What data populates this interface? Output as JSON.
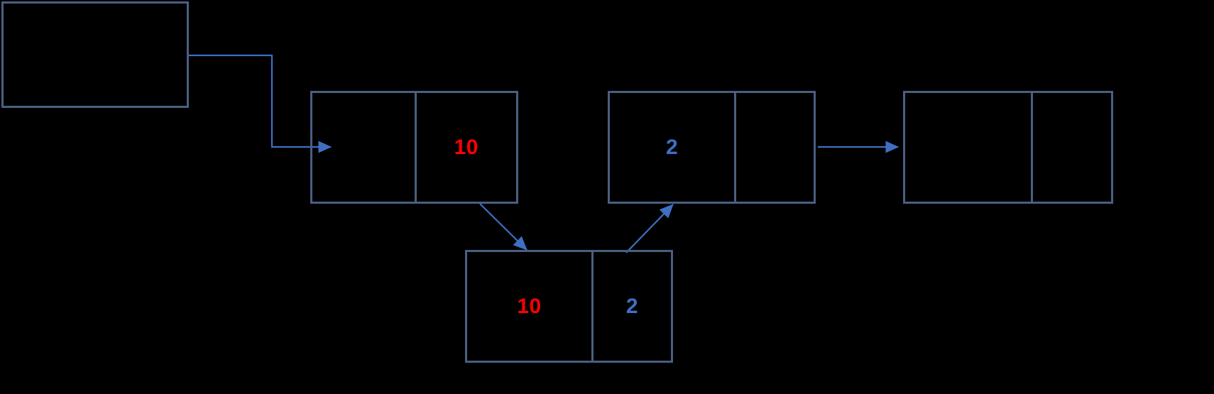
{
  "diagram": {
    "title": "",
    "background_color": "#000000",
    "box_border_color": "#4a5f82",
    "arrow_color": "#3f6fc4",
    "key_color": "#ff0000",
    "value_color": "#3f6fc4",
    "source_box": {
      "label": ""
    },
    "nodes": [
      {
        "id": "node-1",
        "left_cell": "",
        "right_cell": "10",
        "left_cell_color": "#ff0000",
        "right_cell_color": "#ff0000"
      },
      {
        "id": "node-2",
        "left_cell": "2",
        "right_cell": "",
        "left_cell_color": "#3f6fc4",
        "right_cell_color": "#3f6fc4"
      },
      {
        "id": "node-3",
        "left_cell": "",
        "right_cell": "",
        "left_cell_color": "#3f6fc4",
        "right_cell_color": "#3f6fc4"
      },
      {
        "id": "node-bottom",
        "left_cell": "10",
        "right_cell": "2",
        "left_cell_color": "#ff0000",
        "right_cell_color": "#3f6fc4"
      }
    ],
    "edges": [
      {
        "id": "edge-source-to-node1",
        "from": "source-box",
        "to": "node-1",
        "style": "orthogonal"
      },
      {
        "id": "edge-node1-to-bottom",
        "from": "node-1",
        "to": "node-bottom",
        "style": "diagonal"
      },
      {
        "id": "edge-bottom-to-node2",
        "from": "node-bottom",
        "to": "node-2",
        "style": "diagonal"
      },
      {
        "id": "edge-node2-to-node3",
        "from": "node-2",
        "to": "node-3",
        "style": "straight"
      }
    ]
  }
}
